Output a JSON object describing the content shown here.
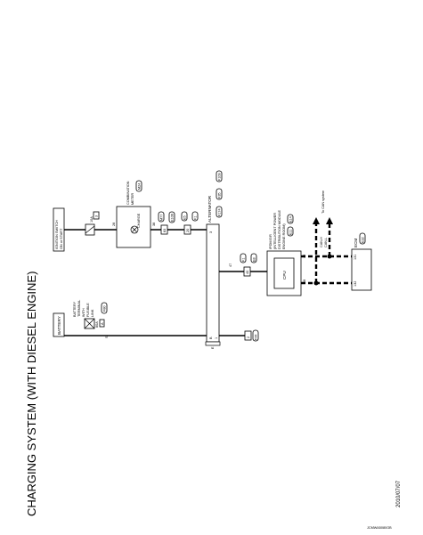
{
  "title": "CHARGING SYSTEM (WITH DIESEL ENGINE)",
  "date": "2010/07/07",
  "figure_code": "JCMWA5080GB",
  "battery": {
    "label": "BATTERY"
  },
  "battery_terminal": {
    "lines": [
      "BATTERY",
      "TERMINAL",
      "WITH",
      "FUSIBLE",
      "LINK"
    ],
    "connector": "F80",
    "fuse_rating": "80A",
    "fuse_id": "A",
    "pin": "S"
  },
  "ignition_switch": {
    "lines": [
      "IGNITION SWITCH",
      "ON or START"
    ]
  },
  "fuse": {
    "rating": "10A",
    "id": "3"
  },
  "combination_meter": {
    "lines": [
      "COMBINATION",
      "METER"
    ],
    "connector": "M24",
    "lamp_label": "CHARGE",
    "pin_in": "28",
    "pin_out": "38"
  },
  "harness_connectors": [
    {
      "pin": "83",
      "codes": [
        "M77",
        "E106"
      ]
    },
    {
      "pin": "20",
      "codes": [
        "E5",
        "F1"
      ]
    }
  ],
  "alternator": {
    "label": "ALTERNATOR",
    "connectors": [
      "F174",
      "F35",
      "F109"
    ],
    "pin_top": "3",
    "pin_mid": "47",
    "pin_b": "B",
    "pin_e": "E",
    "pin_1": "1"
  },
  "ground_connector": {
    "pin": "2",
    "codes": [
      "F44"
    ]
  },
  "ipdm": {
    "lines": [
      "IPDM E/R",
      "(INTELLIGENT POWER",
      "DISTRIBUTION MODULE",
      "ENGINE ROOM)"
    ],
    "connectors": [
      "E11",
      "E14"
    ],
    "cpu_label": "CPU",
    "pin_left": "48",
    "pin_right": "49"
  },
  "ipdm_harness": {
    "pin": "40",
    "codes": [
      "F1",
      "E8"
    ]
  },
  "can": {
    "label": "To CAN system",
    "line_h": "CAN-H",
    "line_l": "CAN-L"
  },
  "ecm": {
    "label": "ECM",
    "connector": "E32",
    "pin_left": "132",
    "pin_right": "131"
  }
}
